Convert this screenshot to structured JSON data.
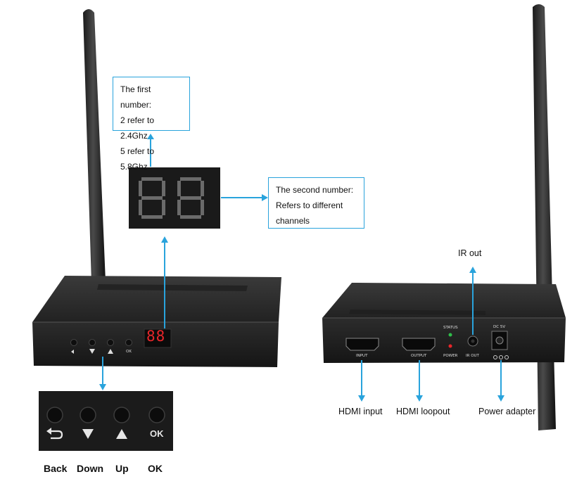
{
  "callouts": {
    "first": [
      "The first number:",
      "2 refer to 2.4Ghz",
      "5 refer to 5.8Ghz"
    ],
    "second": [
      "The second number:",
      "Refers to different",
      "channels"
    ]
  },
  "left_device": {
    "display": "88",
    "panel_labels": {
      "ok": "OK"
    }
  },
  "button_zoom": {
    "ok_glyph": "OK",
    "labels": [
      "Back",
      "Down",
      "Up",
      "OK"
    ]
  },
  "right_device": {
    "port_labels": {
      "input": "INPUT",
      "output": "OUTPUT",
      "status": "STATUS",
      "power": "POWER",
      "ir_out": "IR OUT",
      "dc": "DC 5V"
    }
  },
  "annotations": {
    "ir_out": "IR out",
    "hdmi_input": "HDMI input",
    "hdmi_loopout": "HDMI loopout",
    "power_adapter": "Power adapter"
  },
  "colors": {
    "accent": "#29a3dc",
    "led_red": "#e8262a",
    "led_green": "#2fbf4a"
  }
}
